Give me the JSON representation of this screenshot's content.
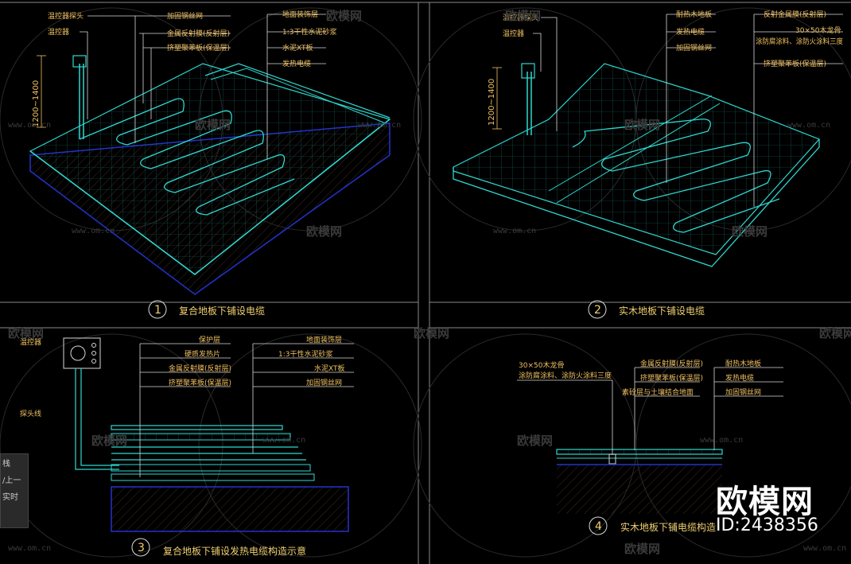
{
  "panels": [
    {
      "number": "1",
      "caption": "复合地板下铺设电缆",
      "dim": "1200~1400",
      "left_labels": [
        "温控器探头",
        "温控器"
      ],
      "mid_labels": [
        "加固钢丝网",
        "金属反射膜(反射层)",
        "挤塑聚苯板(保温层)"
      ],
      "right_labels": [
        "地面装饰层",
        "1:3干性水泥砂浆",
        "水泥XT板",
        "发热电缆"
      ]
    },
    {
      "number": "2",
      "caption": "实木地板下铺设电缆",
      "dim": "1200~1400",
      "left_labels": [
        "温控器探头",
        "温控器"
      ],
      "mid_labels": [
        "耐热木地板",
        "发热电缆",
        "加固钢丝网"
      ],
      "right_labels": [
        "反射金属膜(反射层)",
        "30×50木龙骨",
        "涂防腐涂料、涂防火涂料三度",
        "挤塑聚苯板(保温层)"
      ]
    },
    {
      "number": "3",
      "caption": "复合地板下铺设发热电缆构造示意",
      "left_labels": [
        "温控器",
        "探头线"
      ],
      "mid_labels": [
        "保护层",
        "硬质发热片",
        "金属反射膜(反射层)",
        "挤塑聚苯板(保温层)"
      ],
      "right_labels": [
        "地面装饰层",
        "1:3干性水泥砂浆",
        "水泥XT板",
        "加固钢丝网"
      ]
    },
    {
      "number": "4",
      "caption": "实木地板下铺电缆构造",
      "left_labels": [
        "30×50木龙骨",
        "涂防腐涂料、涂防火涂料三度"
      ],
      "mid_labels": [
        "金属反射膜(反射层)",
        "挤塑聚苯板(保温层)",
        "素砼层与土壤结合地面"
      ],
      "right_labels": [
        "耐热木地板",
        "发热电缆",
        "加固钢丝网"
      ]
    }
  ],
  "watermark": {
    "text": "欧模网",
    "url": "www.om.cn"
  },
  "brand": {
    "name": "欧模网",
    "id": "ID:2438356"
  },
  "sidebar": {
    "items": [
      "栈",
      "/上一",
      "实时"
    ]
  },
  "colors": {
    "line": "#2fd8d0",
    "text": "#f0c060",
    "frame": "#9a9a9a",
    "hatch": "#2233cc"
  }
}
